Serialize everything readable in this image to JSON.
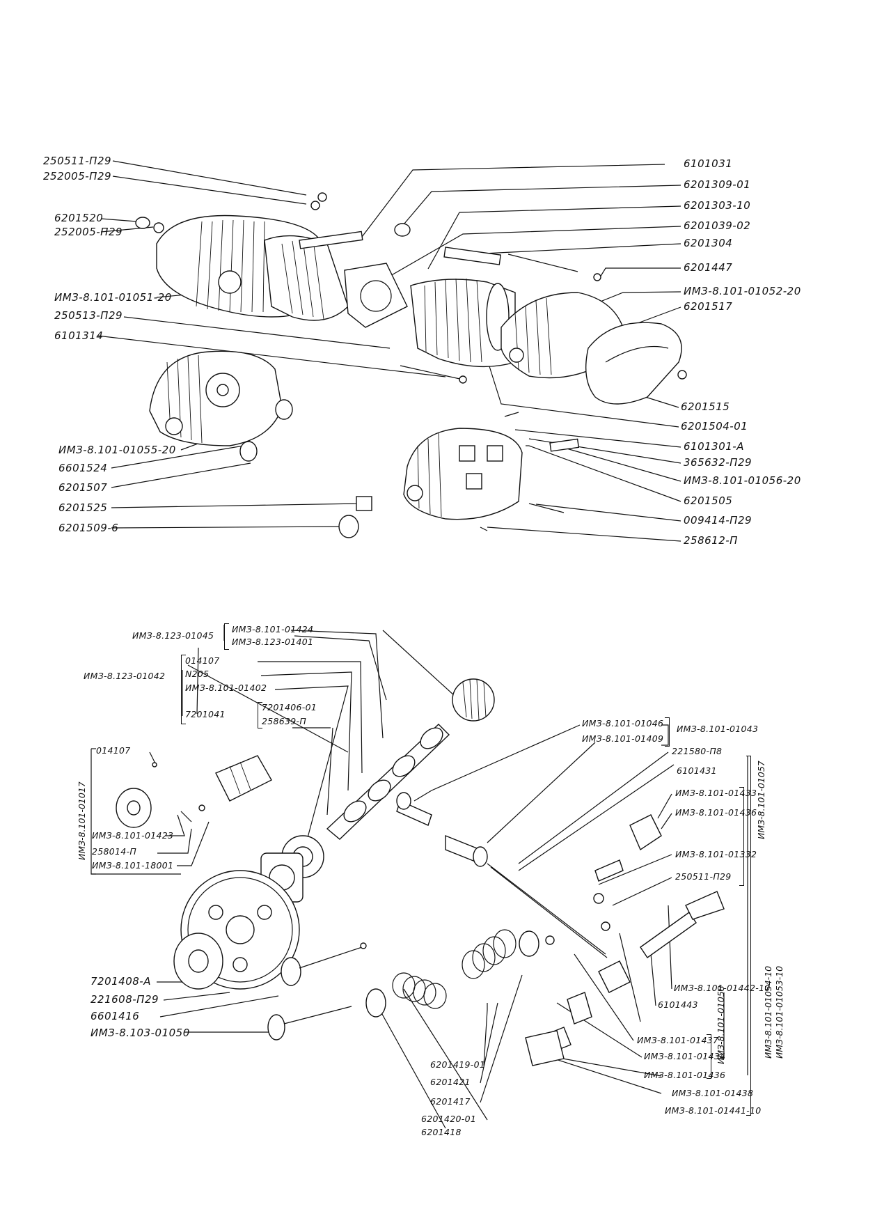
{
  "top": {
    "left_labels": [
      "250511-П29",
      "252005-П29",
      "6201520",
      "252005-П29",
      "ИМЗ-8.101-01051-20",
      "250513-П29",
      "6101314",
      "ИМЗ-8.101-01055-20",
      "6601524",
      "6201507",
      "6201525",
      "6201509-6"
    ],
    "right_labels": [
      "6101031",
      "6201309-01",
      "6201303-10",
      "6201039-02",
      "6201304",
      "6201447",
      "ИМЗ-8.101-01052-20",
      "6201517",
      "6201515",
      "6201504-01",
      "6101301-А",
      "365632-П29",
      "ИМЗ-8.101-01056-20",
      "6201505",
      "009414-П29",
      "258612-П"
    ]
  },
  "bottom": {
    "group_01045": "ИМЗ-8.123-01045",
    "group_01045_items": [
      "ИМЗ-8.101-01424",
      "ИМЗ-8.123-01401"
    ],
    "group_01042": "ИМЗ-8.123-01042",
    "group_01042_items": [
      "014107",
      "N205",
      "ИМЗ-8.101-01402",
      "7201041"
    ],
    "sub_7201041_items": [
      "7201406-01",
      "258639-П"
    ],
    "group_01017": "ИМЗ-8.101-01017",
    "group_01017_items": [
      "014107",
      "ИМЗ-8.101-01423",
      "258014-П",
      "ИМЗ-8.101-18001"
    ],
    "left_lower_labels": [
      "7201408-А",
      "221608-П29",
      "6601416",
      "ИМЗ-8.103-01050"
    ],
    "group_01043": "ИМЗ-8.101-01043",
    "group_01043_items": [
      "ИМЗ-8.101-01046",
      "ИМЗ-8.101-01409"
    ],
    "mid_right_labels": [
      "221580-П8",
      "6101431"
    ],
    "group_01057": "ИМЗ-8.101-01057",
    "group_01057_items": [
      "ИМЗ-8.101-01433",
      "ИМЗ-8.101-01436",
      "ИМЗ-8.101-01332",
      "250511-П29"
    ],
    "group_01058": "ИМЗ-8.101-01058",
    "group_01058_items": [
      "ИМЗ-8.101-01437",
      "ИМЗ-8.101-01434",
      "ИМЗ-8.101-01436"
    ],
    "group_right_vertical": [
      "ИМЗ-8.101-01054-10",
      "ИМЗ-8.101-01053-10"
    ],
    "right_lower_labels": [
      "ИМЗ-8.101-01442-10",
      "6101443",
      "ИМЗ-8.101-01438",
      "ИМЗ-8.101-01441-10"
    ],
    "spring_labels": [
      "6201419-01",
      "6201421",
      "6201417",
      "6201420-01",
      "6201418"
    ]
  }
}
